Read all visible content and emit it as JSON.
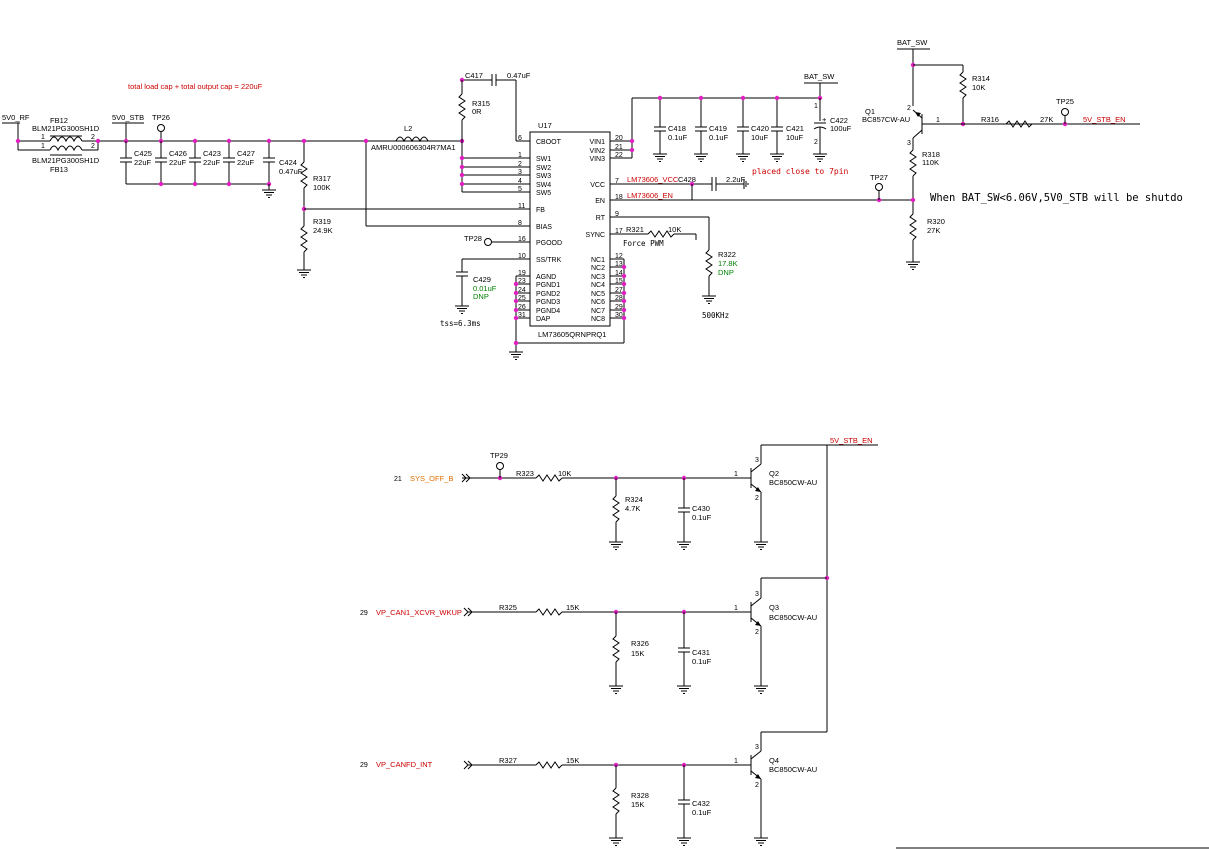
{
  "notes": {
    "load_cap": "total load cap + total output cap = 220uF",
    "placed_close": "placed close to 7pin",
    "shutdown": "When BAT_SW<6.06V,5V0_STB will be shutdo",
    "tss": "tss=6.3ms",
    "force_pwm": "Force PWM",
    "freq": "500KHz"
  },
  "nets": {
    "v5_rf": "5V0_RF",
    "v5_stb": "5V0_STB",
    "bat_sw": "BAT_SW",
    "bat_sw2": "BAT_SW",
    "stb_en": "5V_STB_EN",
    "stb_en2": "5V_STB_EN",
    "lm_vcc": "LM73606_VCC",
    "lm_en": "LM73606_EN",
    "sys_off": "SYS_OFF_B",
    "sys_off_pg": "21",
    "can1": "VP_CAN1_XCVR_WKUP",
    "can1_pg": "29",
    "canfd": "VP_CANFD_INT",
    "canfd_pg": "29"
  },
  "ic": {
    "ref": "U17",
    "part": "LM73605QRNPRQ1",
    "left_pins": [
      {
        "num": "6",
        "name": "CBOOT"
      },
      {
        "num": "1",
        "name": "SW1"
      },
      {
        "num": "2",
        "name": "SW2"
      },
      {
        "num": "3",
        "name": "SW3"
      },
      {
        "num": "4",
        "name": "SW4"
      },
      {
        "num": "5",
        "name": "SW5"
      },
      {
        "num": "11",
        "name": "FB"
      },
      {
        "num": "8",
        "name": "BIAS"
      },
      {
        "num": "16",
        "name": "PGOOD"
      },
      {
        "num": "10",
        "name": "SS/TRK"
      },
      {
        "num": "19",
        "name": "AGND"
      },
      {
        "num": "23",
        "name": "PGND1"
      },
      {
        "num": "24",
        "name": "PGND2"
      },
      {
        "num": "25",
        "name": "PGND3"
      },
      {
        "num": "26",
        "name": "PGND4"
      },
      {
        "num": "31",
        "name": "DAP"
      }
    ],
    "right_pins": [
      {
        "num": "20",
        "name": "VIN1"
      },
      {
        "num": "21",
        "name": "VIN2"
      },
      {
        "num": "22",
        "name": "VIN3"
      },
      {
        "num": "7",
        "name": "VCC"
      },
      {
        "num": "18",
        "name": "EN"
      },
      {
        "num": "9",
        "name": "RT"
      },
      {
        "num": "17",
        "name": "SYNC"
      },
      {
        "num": "12",
        "name": "NC1"
      },
      {
        "num": "13",
        "name": "NC2"
      },
      {
        "num": "14",
        "name": "NC3"
      },
      {
        "num": "15",
        "name": "NC4"
      },
      {
        "num": "27",
        "name": "NC5"
      },
      {
        "num": "28",
        "name": "NC6"
      },
      {
        "num": "29",
        "name": "NC7"
      },
      {
        "num": "30",
        "name": "NC8"
      }
    ]
  },
  "parts": {
    "fb12": "FB12",
    "fb12_val": "BLM21PG300SH1D",
    "fb13": "FB13",
    "fb13_val": "BLM21PG300SH1D",
    "tp26": "TP26",
    "tp28": "TP28",
    "tp27": "TP27",
    "tp25": "TP25",
    "tp29": "TP29",
    "c425": "C425",
    "c425v": "22uF",
    "c426": "C426",
    "c426v": "22uF",
    "c423": "C423",
    "c423v": "22uF",
    "c427": "C427",
    "c427v": "22uF",
    "c424": "C424",
    "c424v": "0.47uF",
    "r317": "R317",
    "r317v": "100K",
    "r319": "R319",
    "r319v": "24.9K",
    "l2": "L2",
    "l2v": "AMRU000606304R7MA1",
    "c417": "C417",
    "c417v": "0.47uF",
    "r315": "R315",
    "r315v": "0R",
    "c429": "C429",
    "c429v": "0.01uF",
    "c429d": "DNP",
    "c418": "C418",
    "c418v": "0.1uF",
    "c419": "C419",
    "c419v": "0.1uF",
    "c420": "C420",
    "c420v": "10uF",
    "c421": "C421",
    "c421v": "10uF",
    "c422": "C422",
    "c422v": "100uF",
    "c428": "C428",
    "c428v": "2.2uF",
    "r321": "R321",
    "r321v": "10K",
    "r322": "R322",
    "r322v": "17.8K",
    "r322d": "DNP",
    "q1": "Q1",
    "q1v": "BC857CW-AU",
    "r314": "R314",
    "r314v": "10K",
    "r316": "R316",
    "r316v": "27K",
    "r318": "R318",
    "r318v": "110K",
    "r320": "R320",
    "r320v": "27K",
    "r323": "R323",
    "r323v": "10K",
    "r324": "R324",
    "r324v": "4.7K",
    "c430": "C430",
    "c430v": "0.1uF",
    "q2": "Q2",
    "q2v": "BC850CW-AU",
    "r325": "R325",
    "r325v": "15K",
    "r326": "R326",
    "r326v": "15K",
    "c431": "C431",
    "c431v": "0.1uF",
    "q3": "Q3",
    "q3v": "BC850CW-AU",
    "r327": "R327",
    "r327v": "15K",
    "r328": "R328",
    "r328v": "15K",
    "c432": "C432",
    "c432v": "0.1uF",
    "q4": "Q4",
    "q4v": "BC850CW-AU"
  }
}
